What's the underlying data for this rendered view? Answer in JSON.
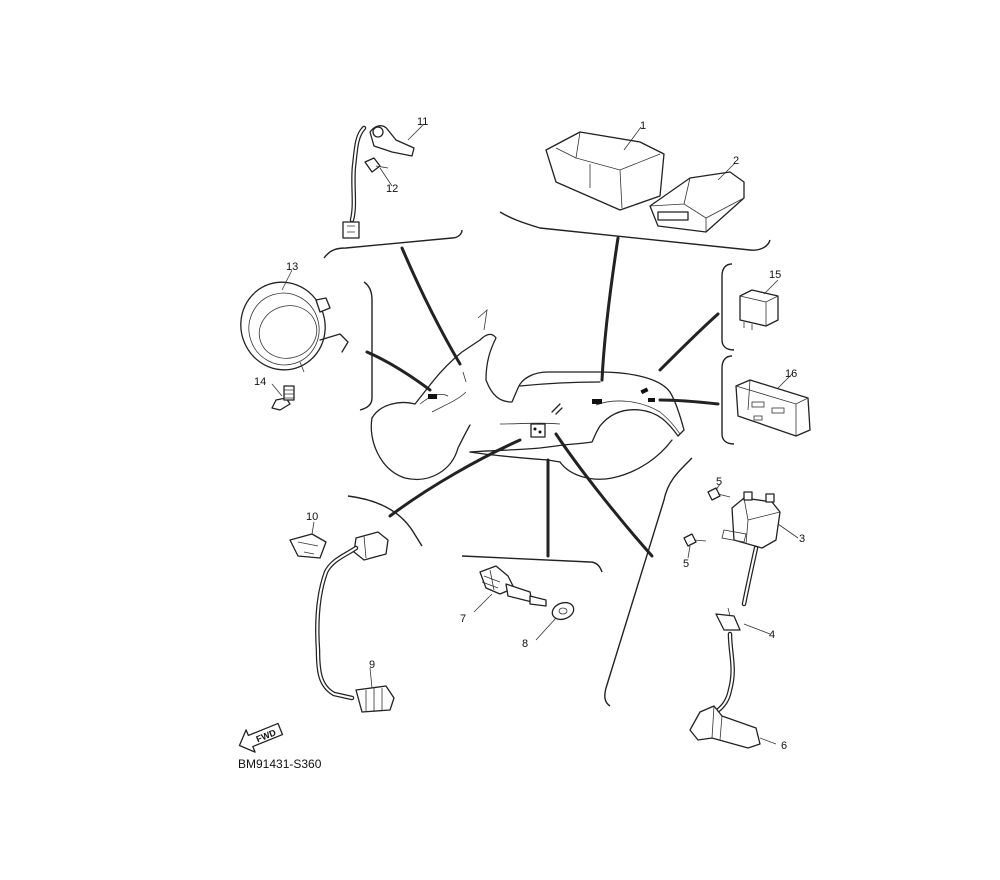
{
  "diagram": {
    "code": "BM91431-S360",
    "fwd_label": "FWD",
    "callouts": [
      "1",
      "2",
      "3",
      "4",
      "5",
      "5",
      "6",
      "7",
      "8",
      "9",
      "10",
      "11",
      "12",
      "13",
      "14",
      "15",
      "16"
    ]
  }
}
